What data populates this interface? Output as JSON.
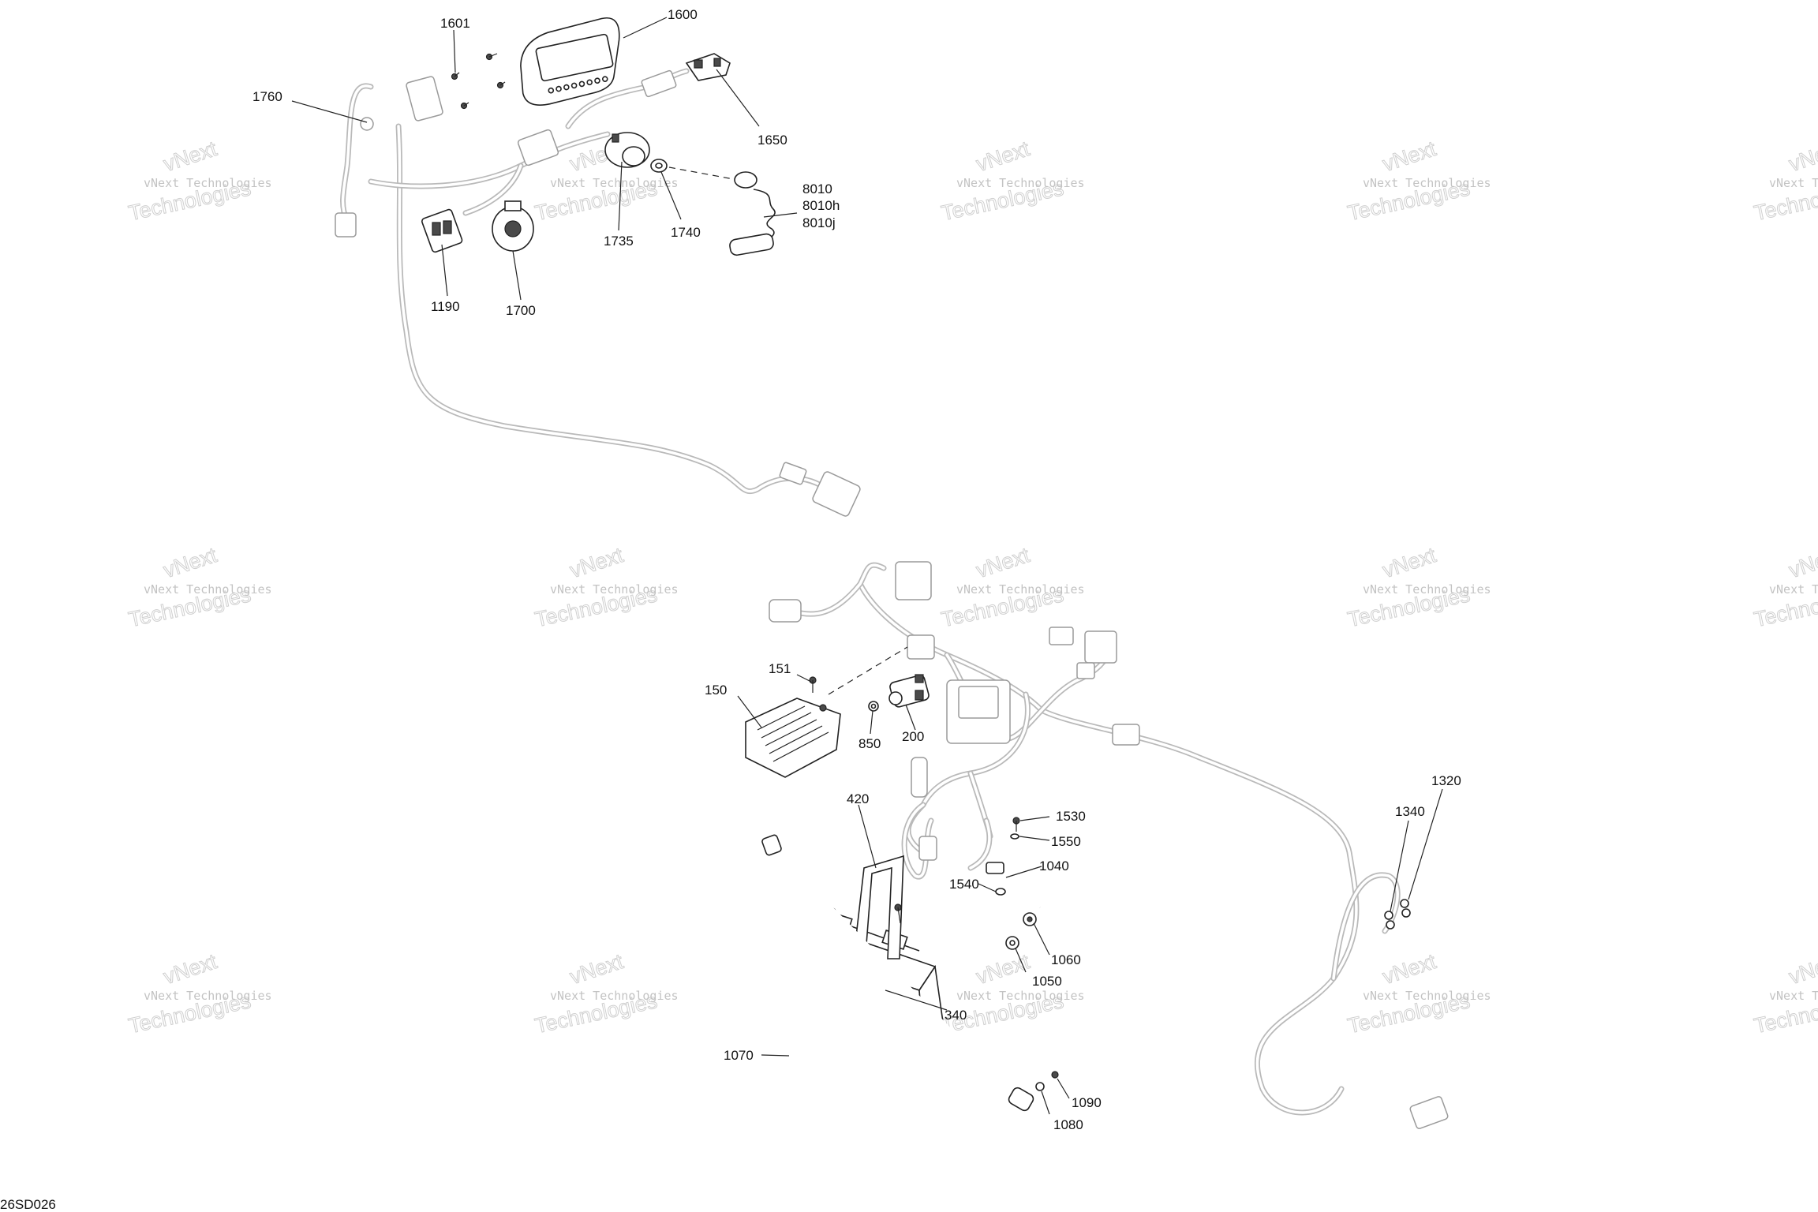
{
  "watermark": {
    "line1": "vNext Technologies",
    "line2": "Technologies",
    "line3": "vNext"
  },
  "drawing_code": "26SD026",
  "callouts": {
    "c1601": "1601",
    "c1600": "1600",
    "c1760": "1760",
    "c1650": "1650",
    "c8010": "8010",
    "c8010h": "8010h",
    "c8010j": "8010j",
    "c1735": "1735",
    "c1740": "1740",
    "c1190": "1190",
    "c1700": "1700",
    "c151": "151",
    "c150": "150",
    "c850": "850",
    "c200": "200",
    "c420": "420",
    "c1530": "1530",
    "c1550": "1550",
    "c1040": "1040",
    "c1540": "1540",
    "c1060": "1060",
    "c1050": "1050",
    "c340": "340",
    "c1070": "1070",
    "c1090": "1090",
    "c1080": "1080",
    "c1320": "1320",
    "c1340": "1340"
  }
}
